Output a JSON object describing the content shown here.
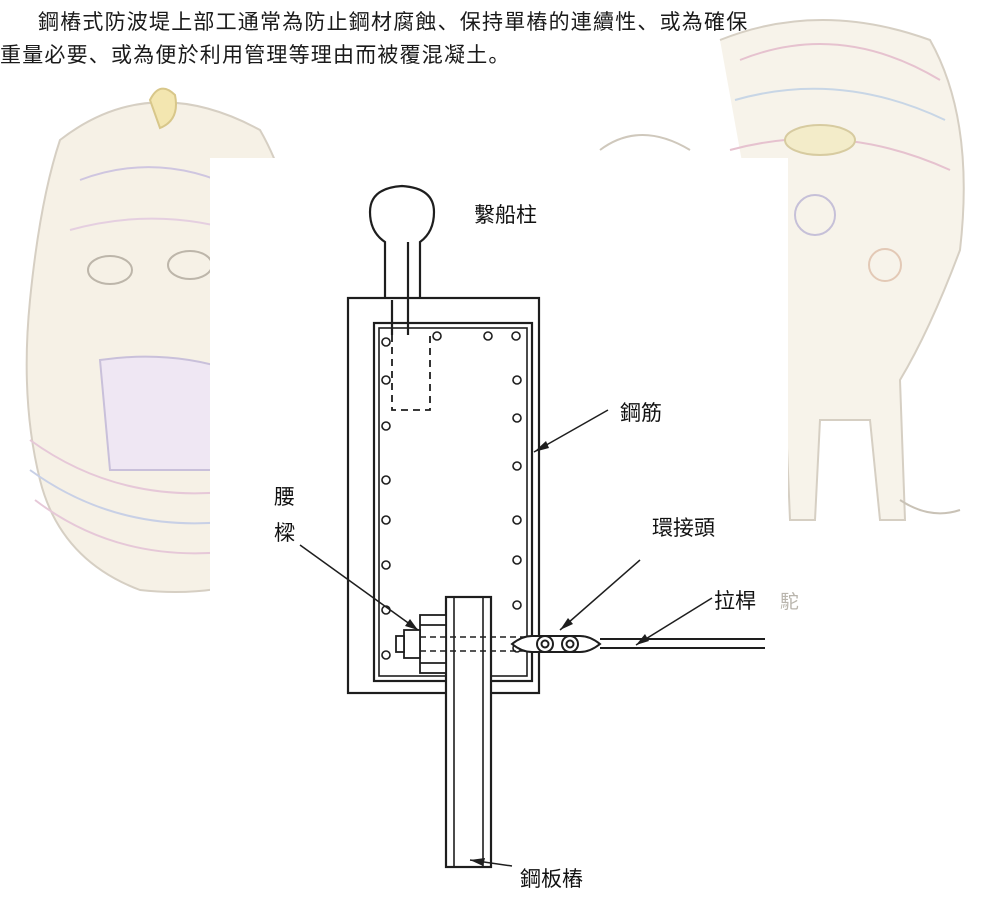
{
  "paragraph": {
    "line1": "鋼樁式防波堤上部工通常為防止鋼材腐蝕、保持單樁的連續性、或為確保",
    "line2": "重量必要、或為便於利用管理等理由而被覆混凝土。"
  },
  "diagram": {
    "labels": {
      "bollard": "繫船柱",
      "rebar": "鋼筋",
      "wale_1": "腰",
      "wale_2": "樑",
      "ring_joint": "環接頭",
      "tie_rod": "拉桿",
      "sheet_pile": "鋼板樁"
    },
    "background_caption": "駝"
  },
  "colors": {
    "line": "#1e1e1e",
    "text": "#111111",
    "background_sketch": "#d8d2c6"
  }
}
